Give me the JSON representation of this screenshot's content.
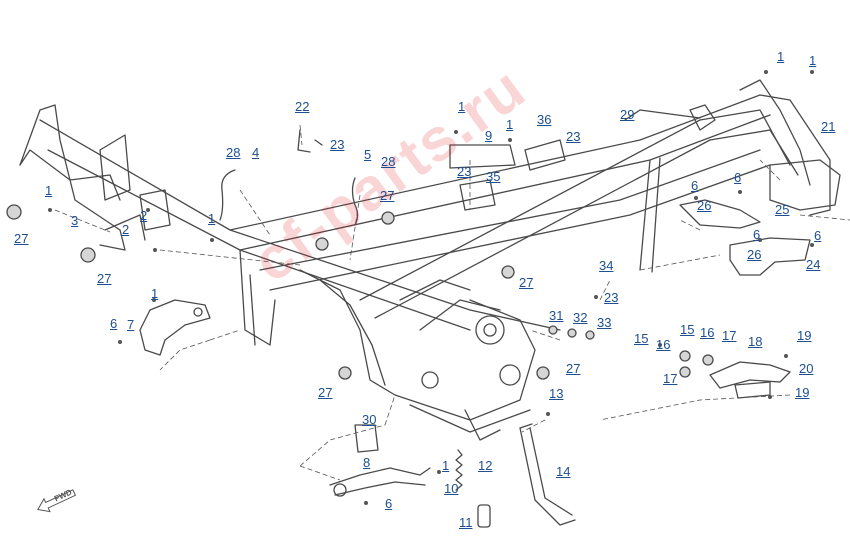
{
  "watermark": "cf-parts.ru",
  "fwd_label": "FWD",
  "colors": {
    "callout": "#1d4f91",
    "line": "#4a4a4a",
    "watermark": "#e21b24"
  },
  "callouts": {
    "c1": "1",
    "c2": "1",
    "c3": "1",
    "c4": "1",
    "c5": "1",
    "c6": "1",
    "c7": "1",
    "c8": "1",
    "c9": "2",
    "c10": "2",
    "c11": "3",
    "c12": "4",
    "c13": "5",
    "c14": "6",
    "c15": "6",
    "c16": "6",
    "c17": "6",
    "c18": "6",
    "c19": "6",
    "c20": "7",
    "c21": "8",
    "c22": "9",
    "c23": "10",
    "c24": "11",
    "c25": "12",
    "c26": "13",
    "c27": "14",
    "c28": "15",
    "c29": "15",
    "c30": "16",
    "c31": "16",
    "c32": "17",
    "c33": "17",
    "c34": "18",
    "c35": "19",
    "c36": "19",
    "c37": "20",
    "c38": "21",
    "c39": "22",
    "c40": "23",
    "c41": "23",
    "c42": "23",
    "c43": "23",
    "c44": "24",
    "c45": "25",
    "c46": "26",
    "c47": "26",
    "c48": "27",
    "c49": "27",
    "c50": "27",
    "c51": "27",
    "c52": "27",
    "c53": "27",
    "c54": "28",
    "c55": "28",
    "c56": "29",
    "c57": "30",
    "c58": "31",
    "c59": "32",
    "c60": "33",
    "c61": "34",
    "c62": "35",
    "c63": "36"
  }
}
